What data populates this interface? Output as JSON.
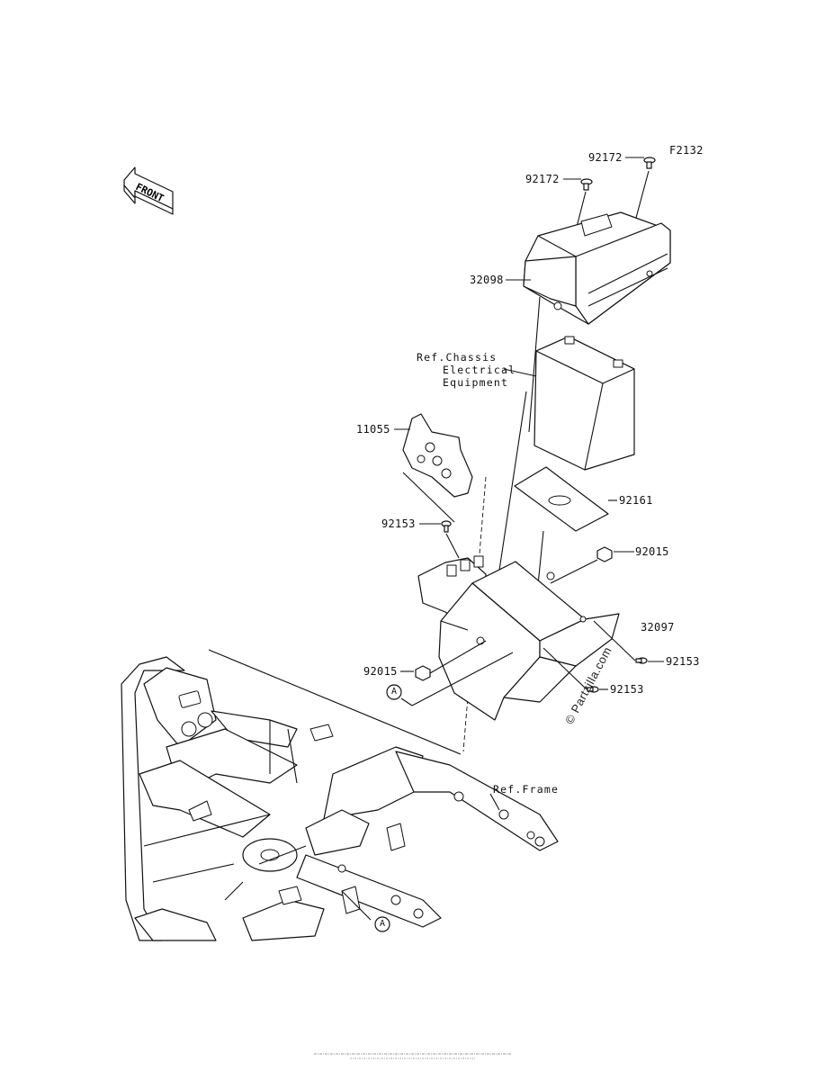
{
  "diagram_code": "F2132",
  "front_label": "FRONT",
  "callouts": {
    "p92172_top": "92172",
    "p92172_left": "92172",
    "p32098": "32098",
    "p11055": "11055",
    "p92161": "92161",
    "p92153_left": "92153",
    "p92015_right": "92015",
    "p32097": "32097",
    "p92153_right": "92153",
    "p92015_left": "92015",
    "p92153_lower": "92153"
  },
  "references": {
    "chassis_line1": "Ref.Chassis",
    "chassis_line2": "Electrical",
    "chassis_line3": "Equipment",
    "frame": "Ref.Frame"
  },
  "markers": {
    "a_upper": "A",
    "a_lower": "A"
  },
  "watermark": "© Partzilla.com"
}
